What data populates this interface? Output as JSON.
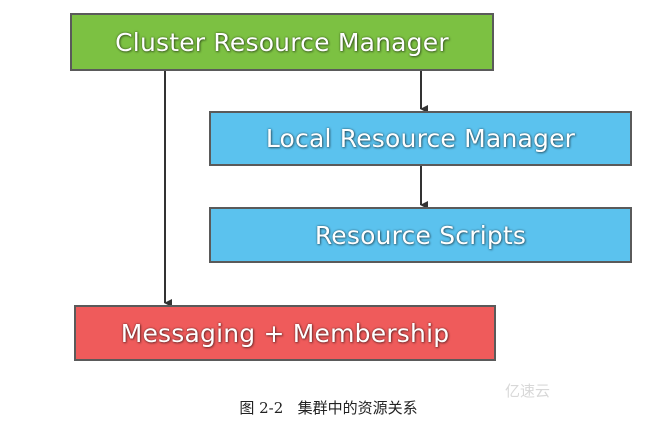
{
  "diagram": {
    "nodes": {
      "cluster_resource_manager": {
        "label": "Cluster Resource Manager",
        "color": "#7cc142"
      },
      "local_resource_manager": {
        "label": "Local Resource Manager",
        "color": "#5bc2ee"
      },
      "resource_scripts": {
        "label": "Resource Scripts",
        "color": "#5bc2ee"
      },
      "messaging_membership": {
        "label": "Messaging + Membership",
        "color": "#ef5b5b"
      }
    },
    "edges": [
      {
        "from": "cluster_resource_manager",
        "to": "local_resource_manager"
      },
      {
        "from": "local_resource_manager",
        "to": "resource_scripts"
      },
      {
        "from": "cluster_resource_manager",
        "to": "messaging_membership"
      }
    ],
    "arrow_color": "#333333"
  },
  "caption": {
    "figure_number": "图 2-2",
    "title": "集群中的资源关系"
  },
  "watermark": "亿速云"
}
